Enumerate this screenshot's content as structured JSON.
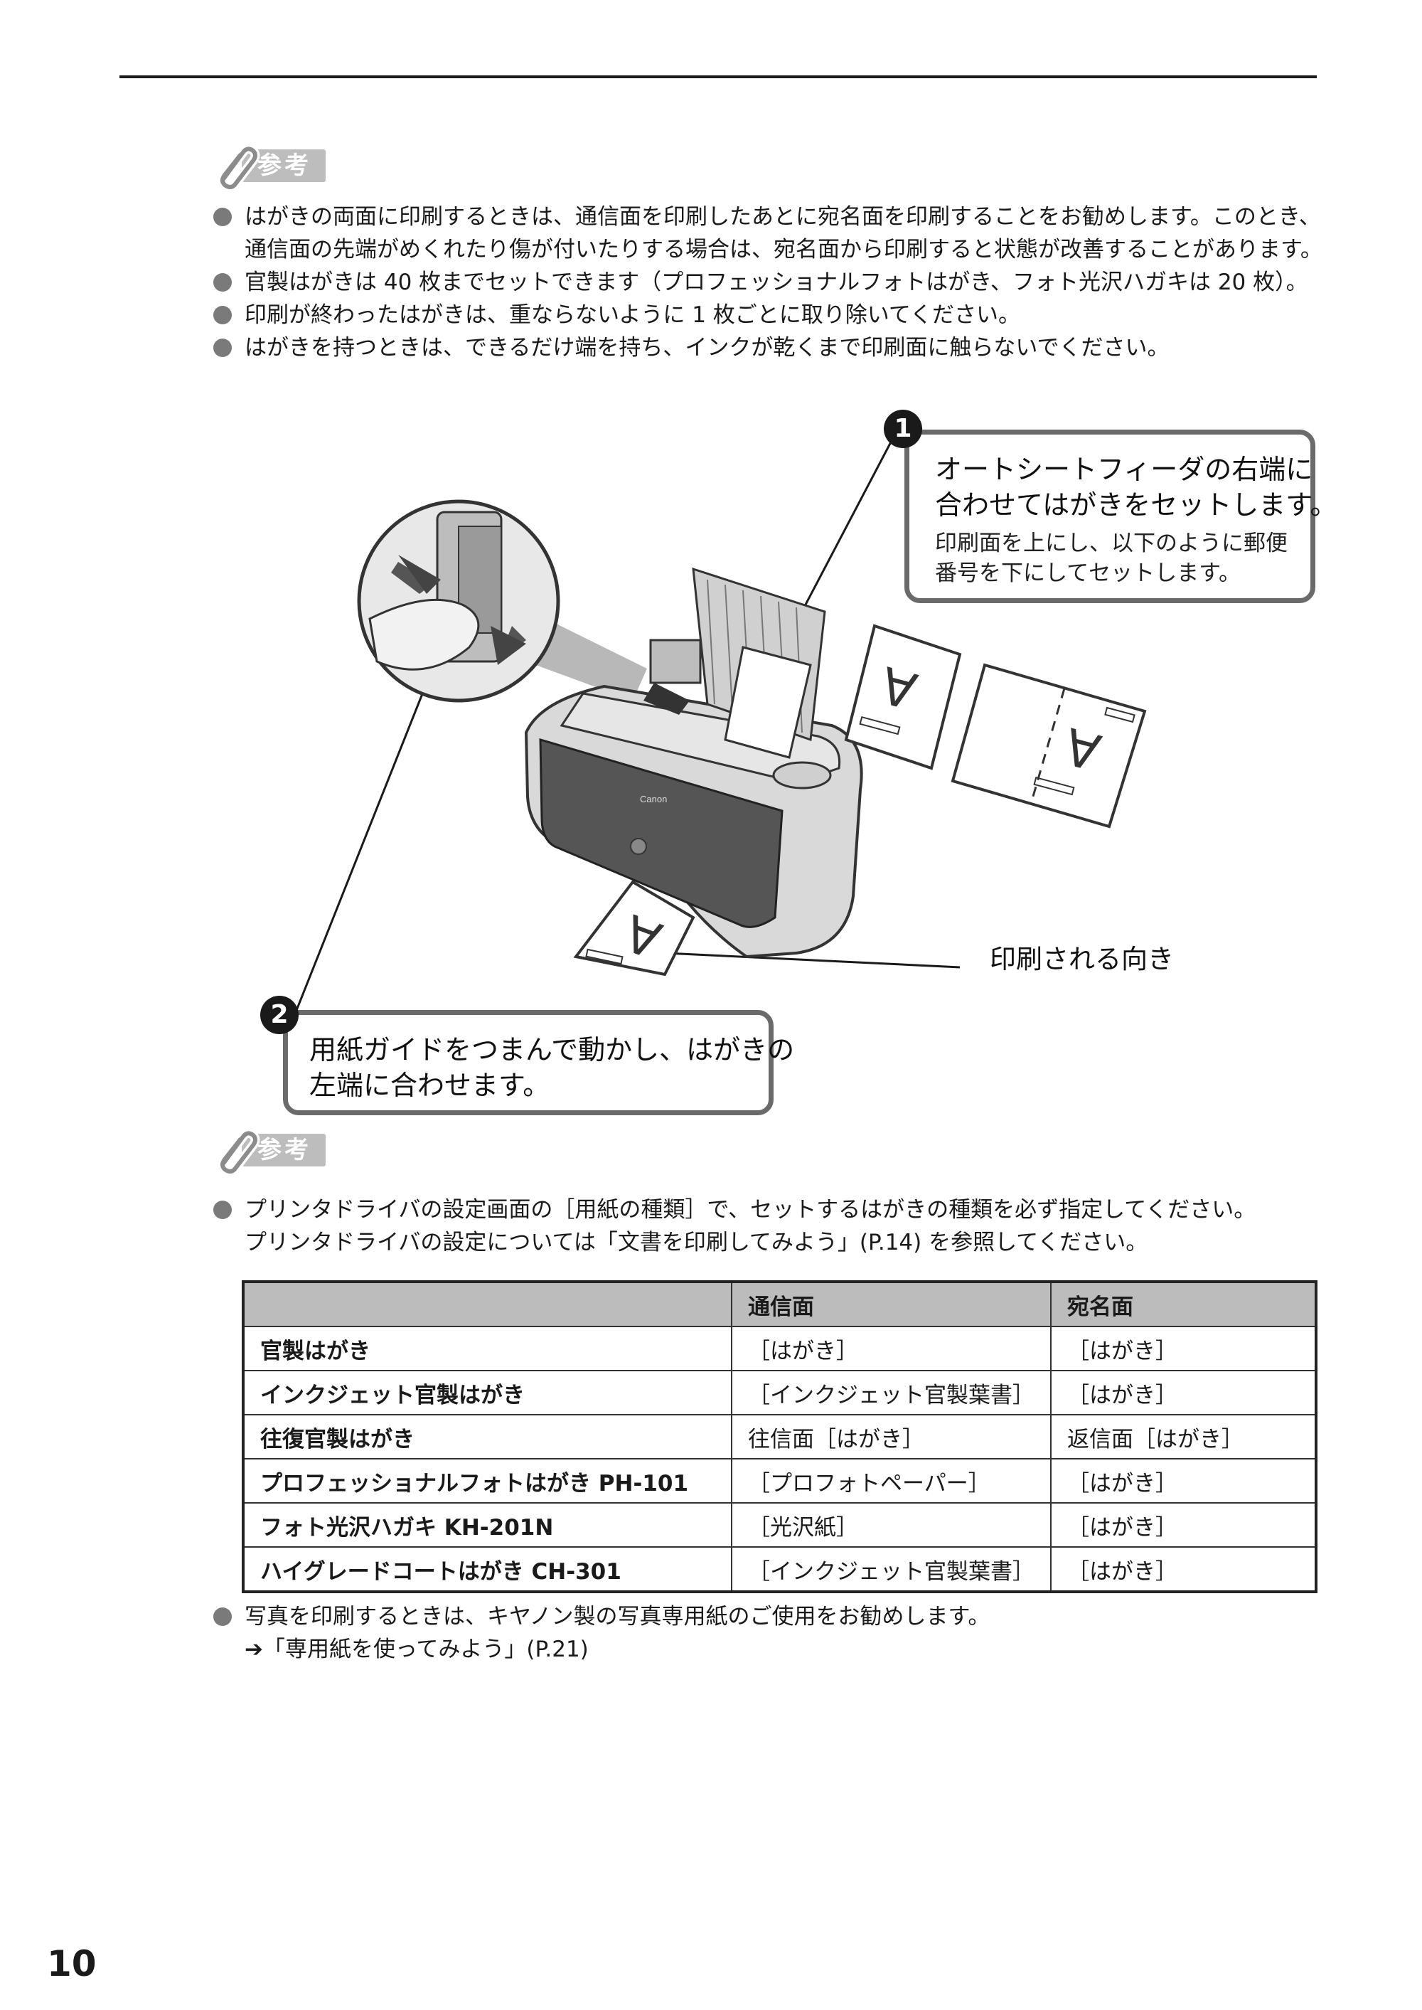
{
  "notes": {
    "label": "参考"
  },
  "note1": {
    "bullets": [
      {
        "line1": "はがきの両面に印刷するときは、通信面を印刷したあとに宛名面を印刷することをお勧めします。このとき、",
        "line2": "通信面の先端がめくれたり傷が付いたりする場合は、宛名面から印刷すると状態が改善することがあります。"
      },
      {
        "line1": "官製はがきは 40 枚までセットできます（プロフェッショナルフォトはがき、フォト光沢ハガキは 20 枚）。"
      },
      {
        "line1": "印刷が終わったはがきは、重ならないように 1 枚ごとに取り除いてください。"
      },
      {
        "line1": "はがきを持つときは、できるだけ端を持ち、インクが乾くまで印刷面に触らないでください。"
      }
    ]
  },
  "figure": {
    "step1": {
      "number": "1",
      "title_line1": "オートシートフィーダの右端に",
      "title_line2": "合わせてはがきをセットします。",
      "detail_line1": "印刷面を上にし、以下のように郵便",
      "detail_line2": "番号を下にしてセットします。"
    },
    "step2": {
      "number": "2",
      "title_line1": "用紙ガイドをつまんで動かし、はがきの",
      "title_line2": "左端に合わせます。"
    },
    "print_direction": "印刷される向き",
    "postcard_letter": "A",
    "brand": "Canon"
  },
  "note2": {
    "line1": "プリンタドライバの設定画面の［用紙の種類］で、セットするはがきの種類を必ず指定してください。",
    "line2": "プリンタドライバの設定については「文書を印刷してみよう」(P.14) を参照してください。"
  },
  "table": {
    "headers": [
      "",
      "通信面",
      "宛名面"
    ],
    "rows": [
      [
        "官製はがき",
        "［はがき］",
        "［はがき］"
      ],
      [
        "インクジェット官製はがき",
        "［インクジェット官製葉書］",
        "［はがき］"
      ],
      [
        "往復官製はがき",
        "往信面［はがき］",
        "返信面［はがき］"
      ],
      [
        "プロフェッショナルフォトはがき PH-101",
        "［プロフォトペーパー］",
        "［はがき］"
      ],
      [
        "フォト光沢ハガキ KH-201N",
        "［光沢紙］",
        "［はがき］"
      ],
      [
        "ハイグレードコートはがき CH-301",
        "［インクジェット官製葉書］",
        "［はがき］"
      ]
    ]
  },
  "note3": {
    "line1": "写真を印刷するときは、キヤノン製の写真専用紙のご使用をお勧めします。",
    "line2": "➔「専用紙を使ってみよう」(P.21)"
  },
  "page_number": "10"
}
